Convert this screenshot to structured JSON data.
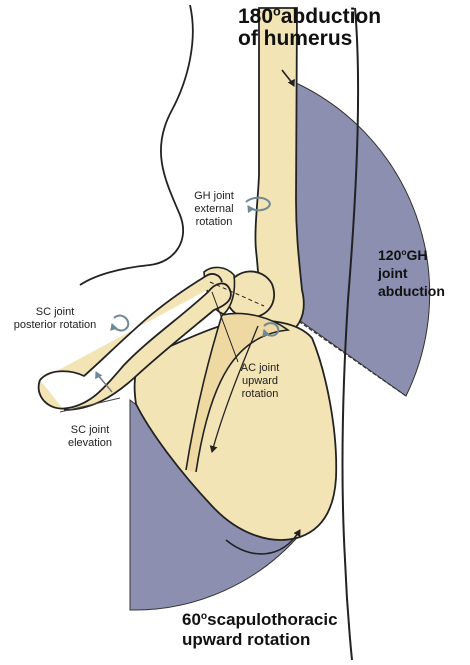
{
  "labels": {
    "humerus_abduction": {
      "value": "180",
      "deg": "o",
      "line1": "abduction",
      "line2": "of humerus"
    },
    "gh_abduction": {
      "value": "120",
      "deg": "o",
      "line1": "GH",
      "line2": "joint",
      "line3": "abduction"
    },
    "scapulothoracic": {
      "value": "60",
      "deg": "o",
      "line1": "scapulothoracic",
      "line2": "upward rotation"
    },
    "gh_external_rotation": {
      "line1": "GH joint",
      "line2": "external",
      "line3": "rotation"
    },
    "sc_posterior_rotation": {
      "line1": "SC joint",
      "line2": "posterior rotation"
    },
    "ac_upward_rotation": {
      "line1": "AC joint",
      "line2": "upward",
      "line3": "rotation"
    },
    "sc_elevation": {
      "line1": "SC joint",
      "line2": "elevation"
    }
  },
  "colors": {
    "bone": "#f3e4b5",
    "sector": "#8c8fb0",
    "outline": "#222222",
    "arrow": "#6e8a96"
  },
  "icons": [
    "rotation-arrow-icon",
    "curved-arrow-icon"
  ]
}
